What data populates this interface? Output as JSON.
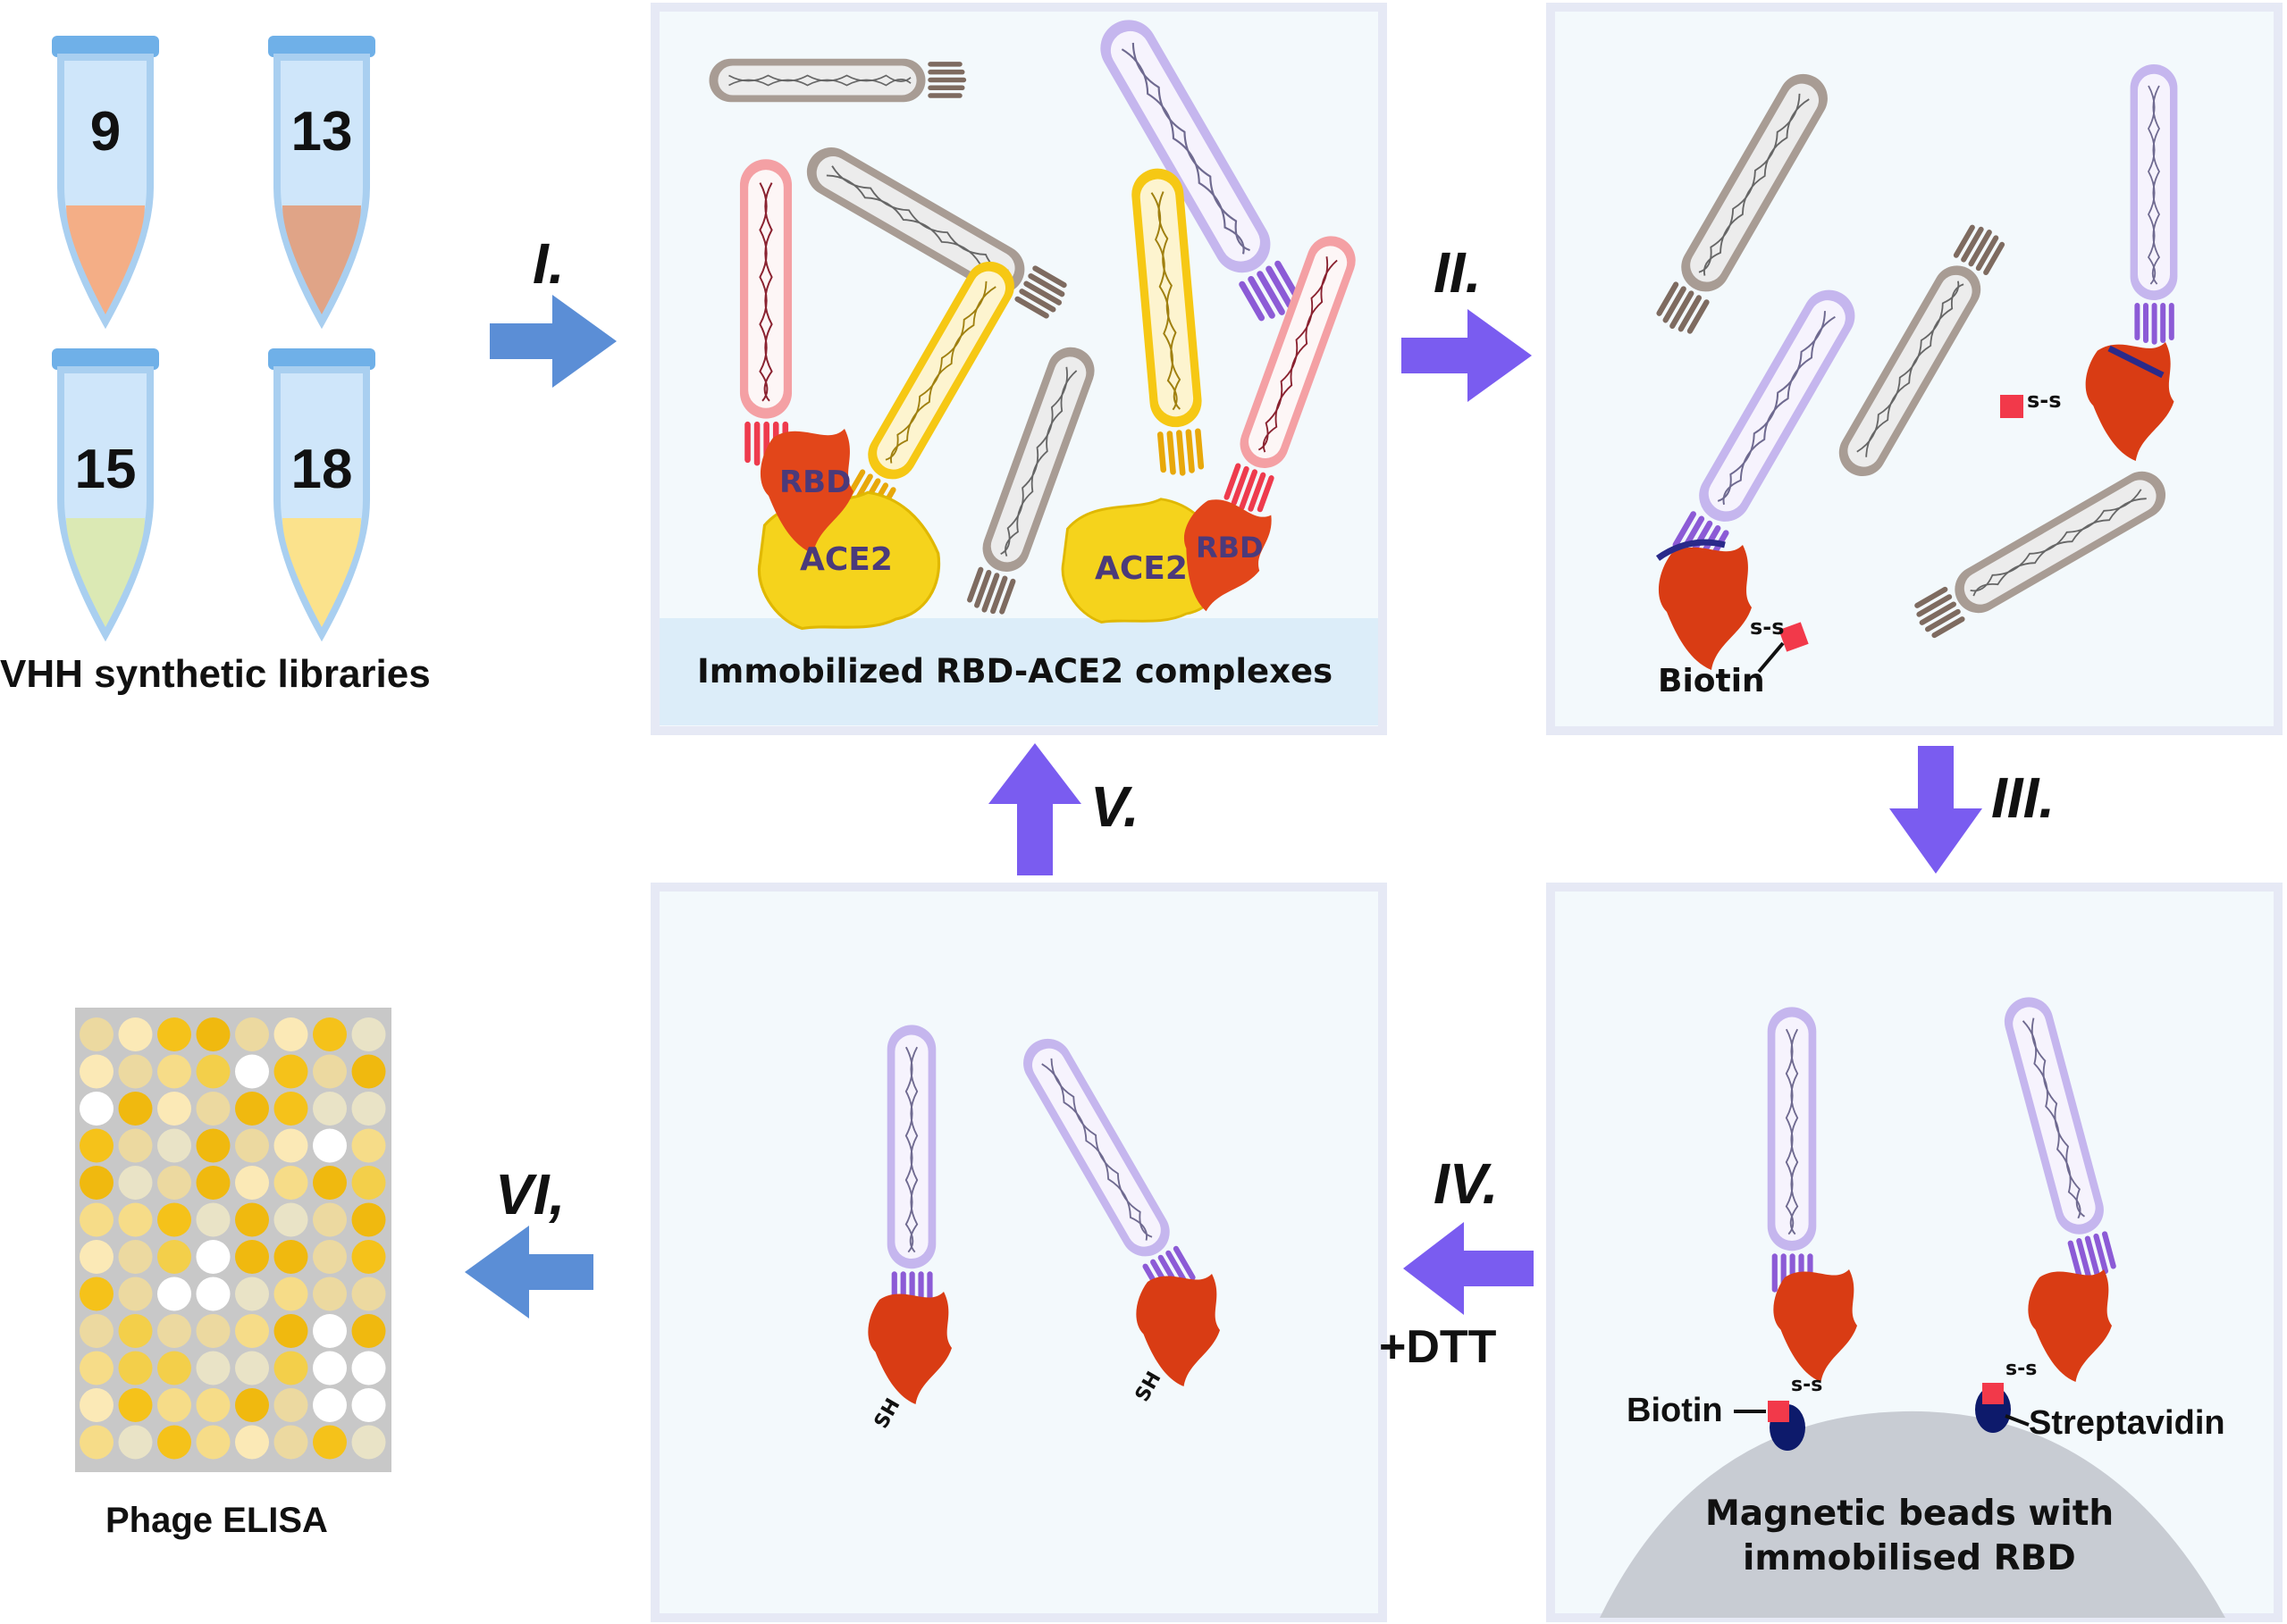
{
  "tubes": [
    "9",
    "13",
    "15",
    "18"
  ],
  "libraries_label": "VHH synthetic libraries",
  "steps": [
    "I.",
    "II.",
    "III.",
    "IV.",
    "V.",
    "VI,"
  ],
  "panel1": {
    "caption": "Immobilized RBD-ACE2 complexes",
    "rbd": "RBD",
    "ace2": "ACE2"
  },
  "panel2": {
    "biotin": "Biotin",
    "ss": "s-s"
  },
  "panel3": {
    "biotin": "Biotin",
    "streptavidin": "Streptavidin",
    "ss": "s-s",
    "beads_line1": "Magnetic beads with",
    "beads_line2": "immobilised RBD"
  },
  "panel4": {
    "sh": "SH",
    "dtt": "+DTT"
  },
  "elisa_label": "Phage ELISA",
  "colors": {
    "arrow_blue": "#5b8ed6",
    "arrow_purple": "#7a5cf0",
    "rbd": "#e2461a",
    "ace2": "#f5d31c",
    "biotin": "#f2394a",
    "streptavidin": "#0d1a6b"
  }
}
